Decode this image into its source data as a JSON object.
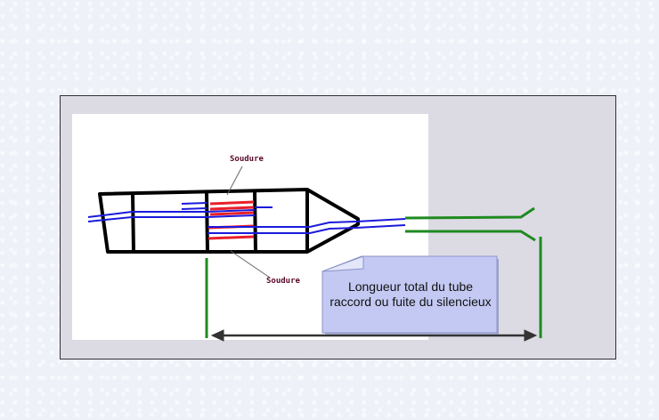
{
  "labels": {
    "weld_top": "Soudure",
    "weld_bottom": "Soudure"
  },
  "note": {
    "text": "Longueur total du tube raccord ou fuite du silencieux"
  },
  "colors": {
    "outline": "#000000",
    "pipe": "#1a1adc",
    "weld": "#e8202a",
    "measure": "#1f8a1f",
    "note_fill": "#c3c9f2",
    "arrow": "#333333"
  }
}
